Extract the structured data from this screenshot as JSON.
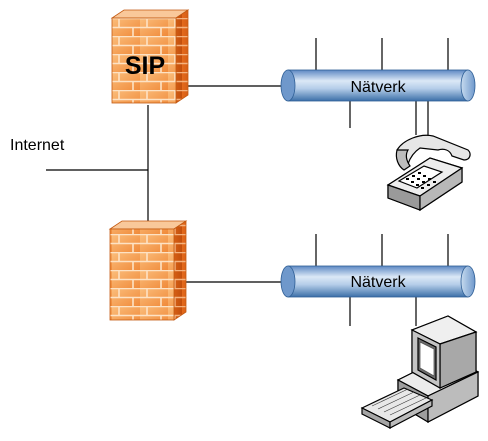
{
  "labels": {
    "internet": "Internet",
    "firewall_top": "SIP",
    "network_top": "Nätverk",
    "network_bottom": "Nätverk"
  },
  "icons": {
    "firewall_top": "brick-firewall-icon",
    "firewall_bottom": "brick-firewall-icon",
    "phone": "desk-phone-icon",
    "computer": "desktop-computer-icon"
  },
  "colors": {
    "brick_light": "#f7b26a",
    "brick_dark": "#e2651a",
    "mortar": "#fde2c4",
    "network_pipe": "#aac7e6",
    "network_pipe_edge": "#3b6fa8",
    "line": "#000000",
    "sip_text": "#000000"
  }
}
